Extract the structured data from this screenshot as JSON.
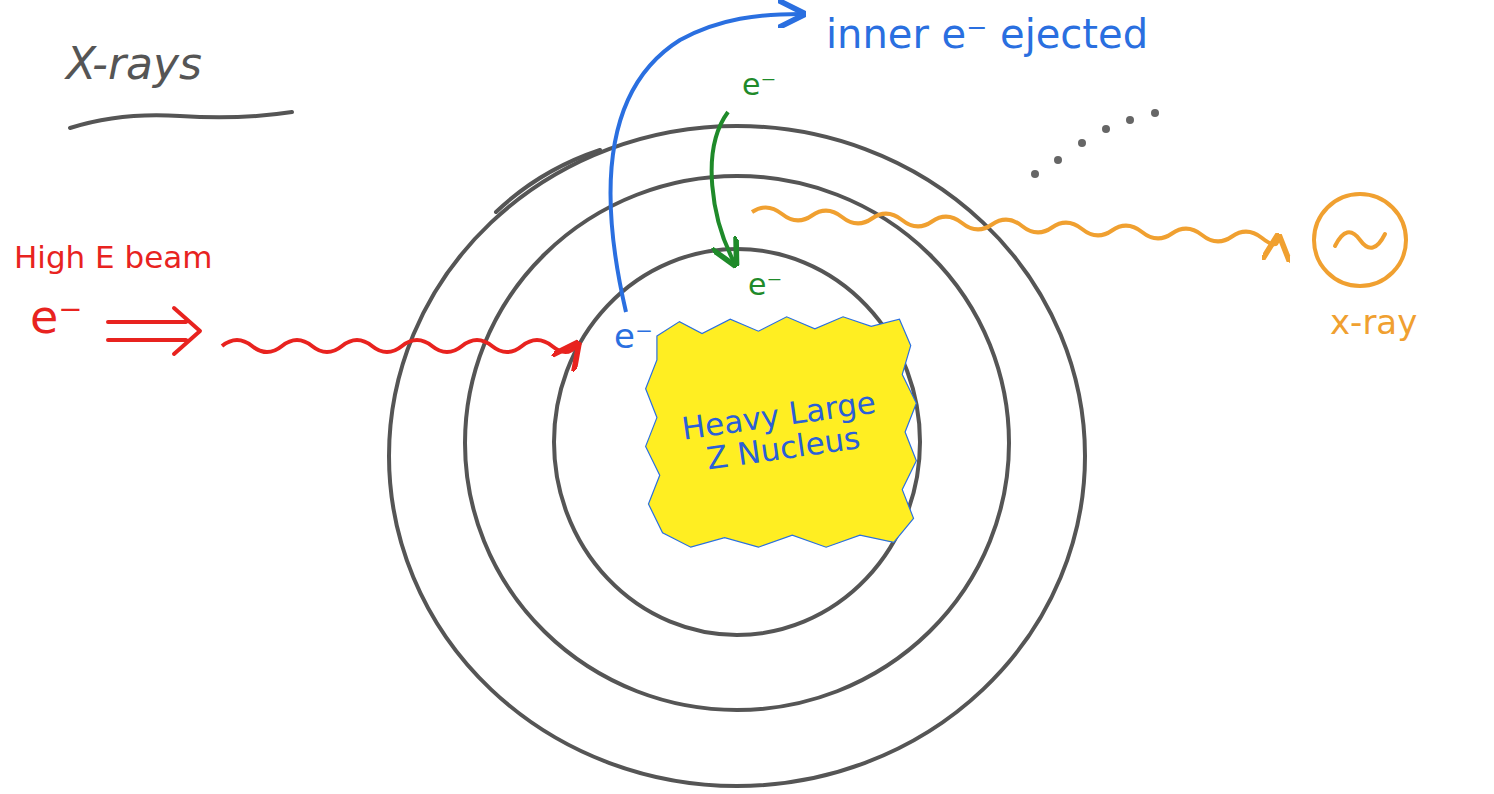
{
  "diagram": {
    "title": "X-rays",
    "nodes": [
      {
        "text": [
          "Heavy Large Z Nucleus"
        ]
      }
    ],
    "labels": [
      "High E beam",
      "e⁻",
      "inner e⁻ ejected",
      "e⁻",
      "e⁻",
      "e⁻",
      "x-ray"
    ]
  }
}
